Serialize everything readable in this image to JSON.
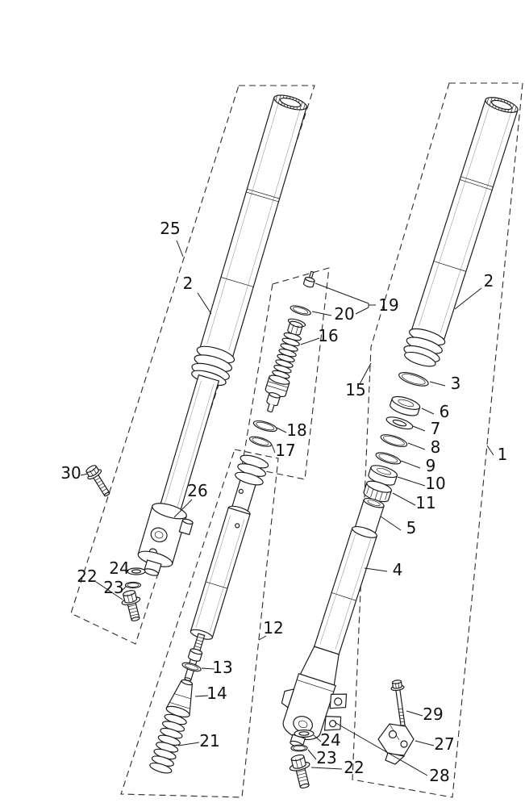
{
  "diagram": {
    "background_color": "#ffffff",
    "line_color": "#1c1c1c",
    "label_color": "#111111",
    "labels": [
      "25",
      "2",
      "20",
      "19",
      "16",
      "15",
      "2",
      "3",
      "6",
      "7",
      "18",
      "17",
      "8",
      "1",
      "9",
      "10",
      "30",
      "26",
      "11",
      "5",
      "22",
      "24",
      "23",
      "4",
      "12",
      "13",
      "14",
      "29",
      "21",
      "27",
      "24",
      "23",
      "22",
      "28"
    ]
  }
}
